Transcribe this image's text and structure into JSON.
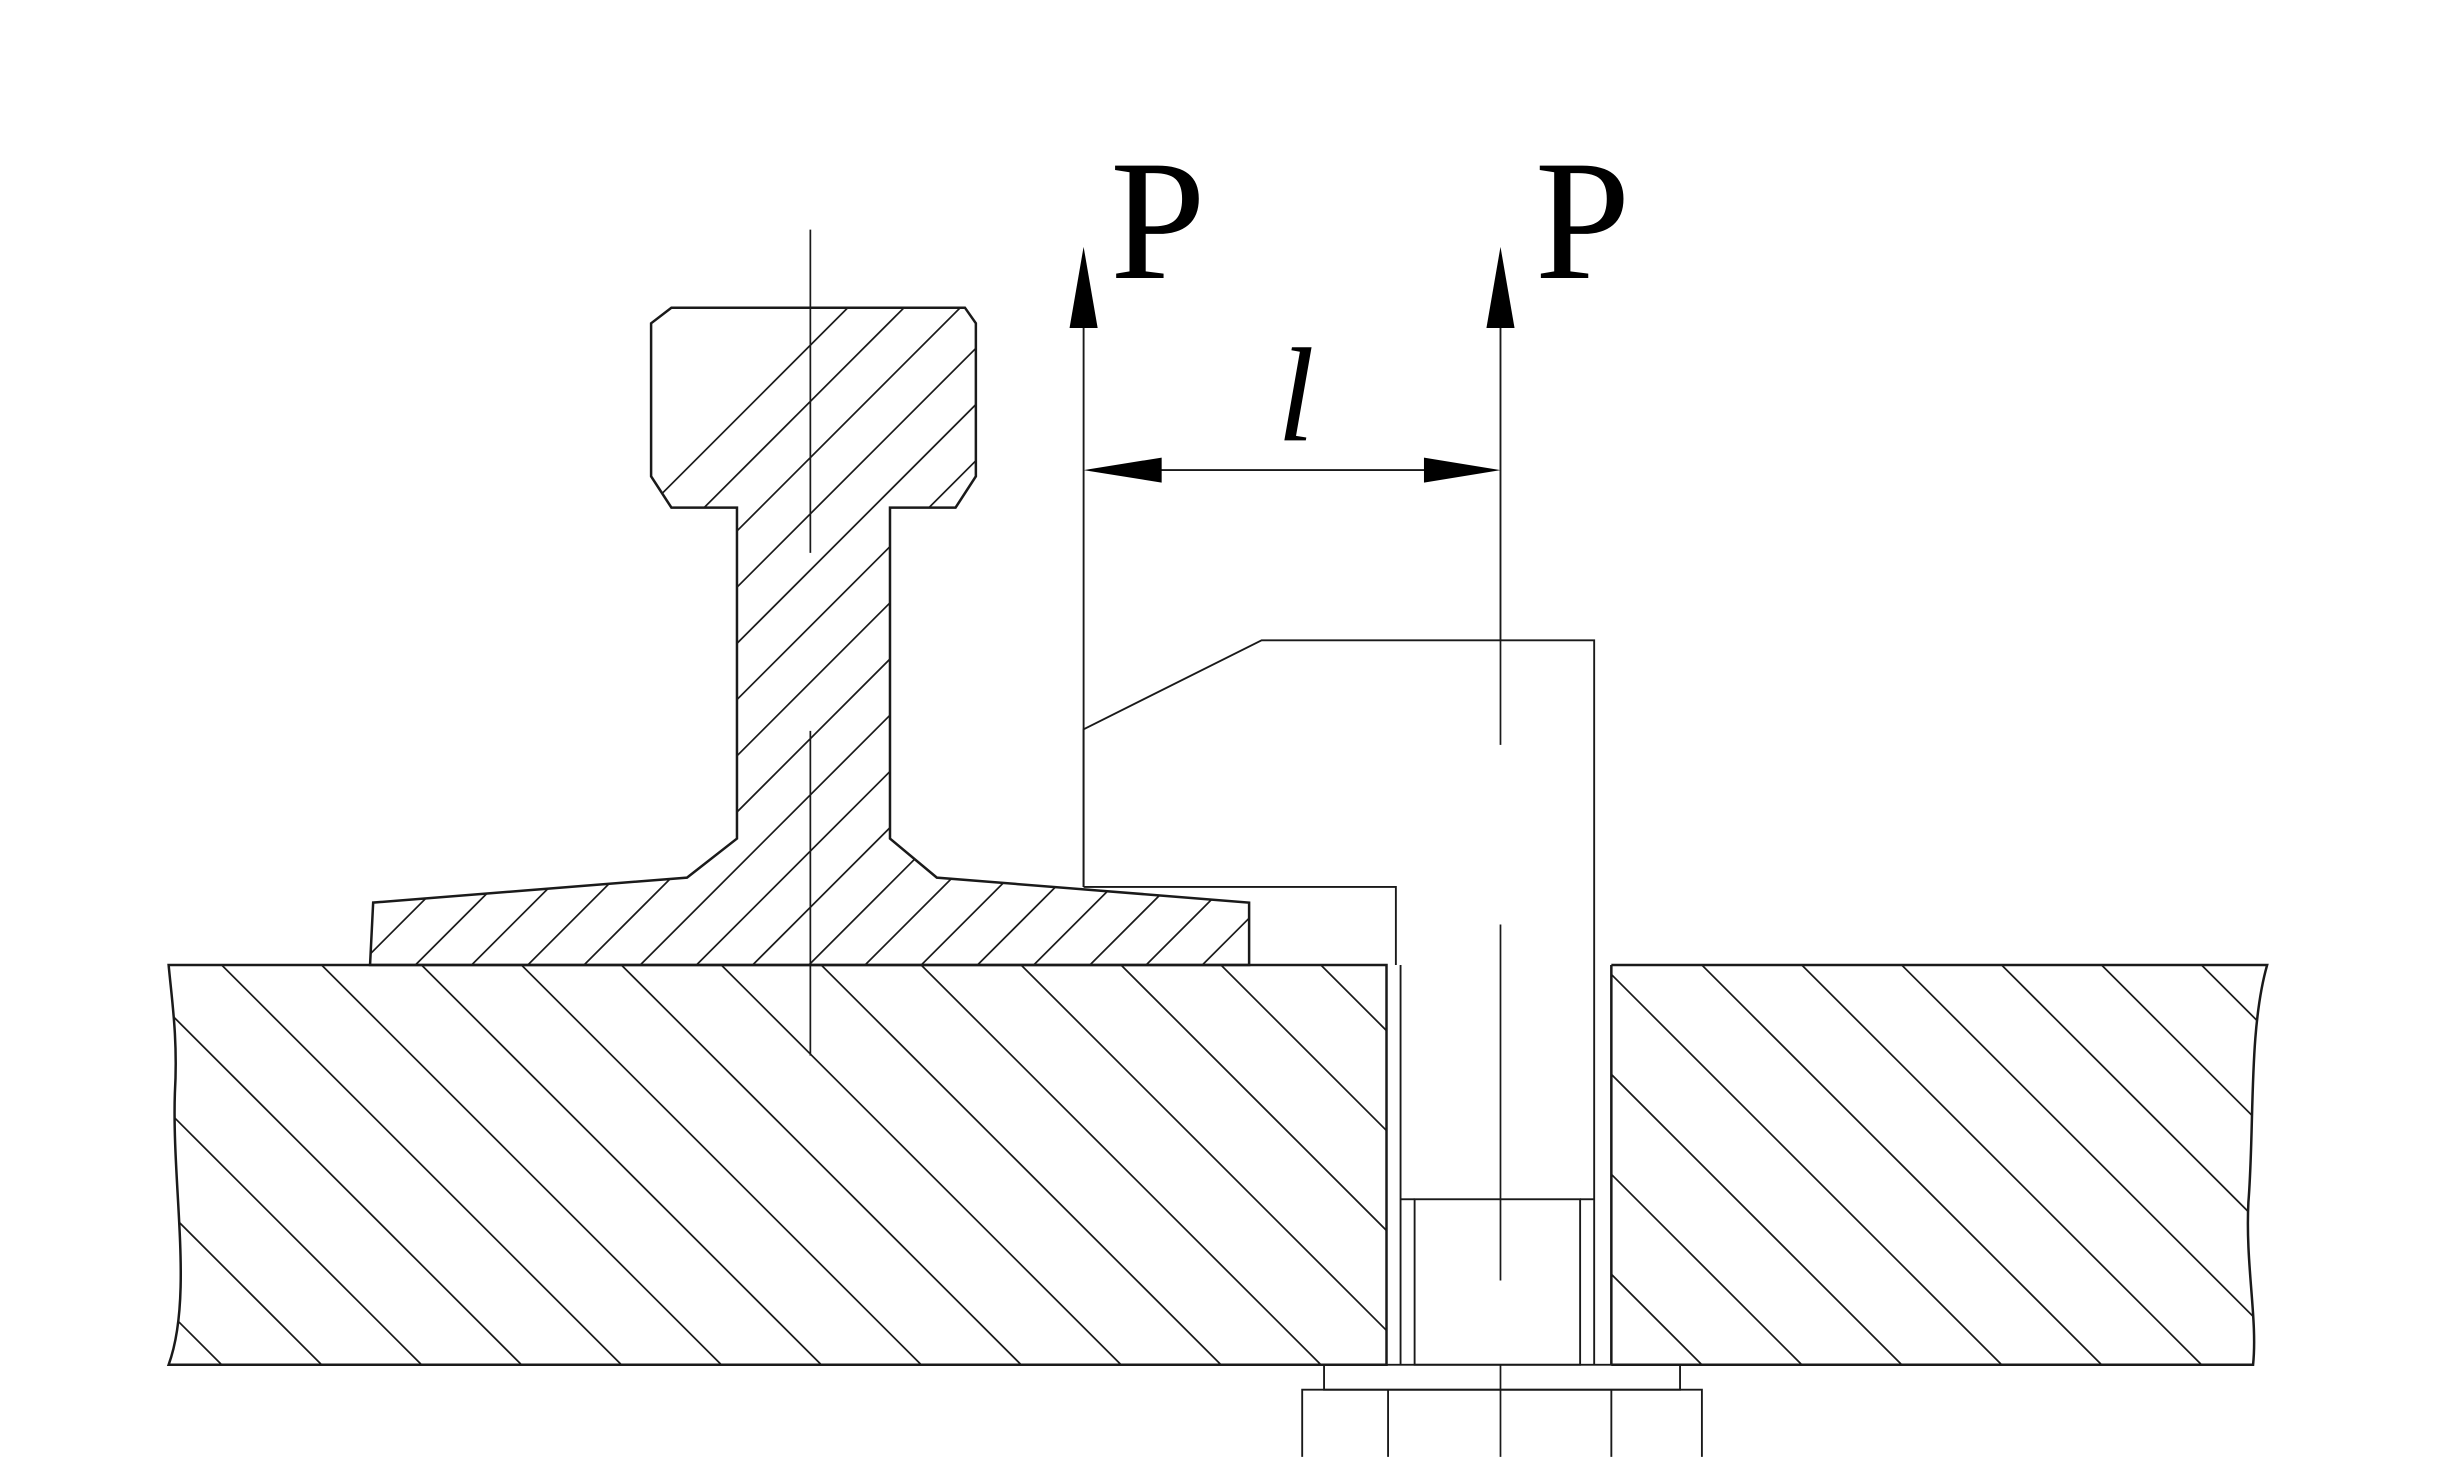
{
  "labels": {
    "force_left": "P",
    "force_right": "P",
    "dimension": "l"
  },
  "colors": {
    "line": "#1a1a1a",
    "background": "#ffffff"
  }
}
